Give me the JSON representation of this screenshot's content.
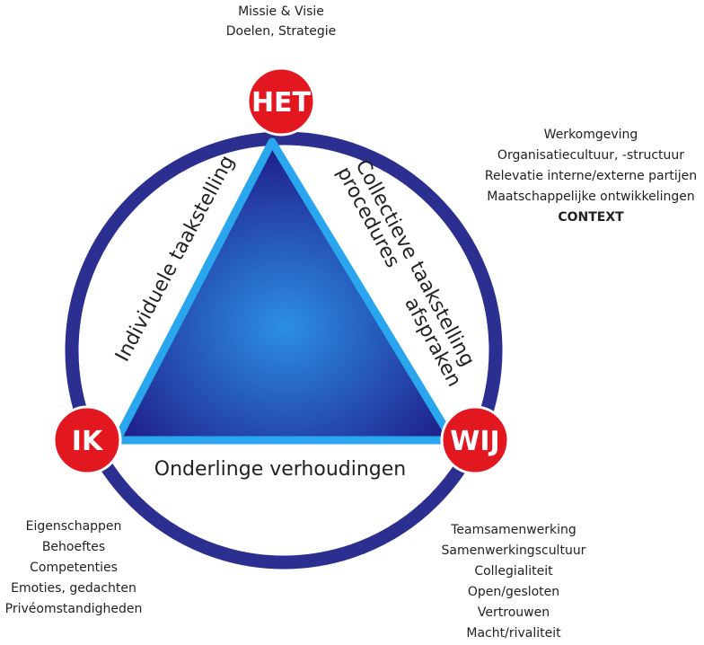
{
  "colors": {
    "ring": "#2b2f8f",
    "node_fill": "#e3171f",
    "node_stroke": "#ffffff",
    "triangle_edge": "#2aa6ee",
    "triangle_light": "#2c8fe6",
    "triangle_dark": "#1f1a86",
    "text": "#222222"
  },
  "nodes": {
    "het": {
      "label": "HET"
    },
    "ik": {
      "label": "IK"
    },
    "wij": {
      "label": "WIJ"
    }
  },
  "edges": {
    "left": "Individuele taakstelling",
    "right_line1": "Collectieve taakstelling",
    "right_line2a": "procedures",
    "right_line2b": "afspraken",
    "bottom": "Onderlinge verhoudingen"
  },
  "annotations": {
    "top": [
      "Missie & Visie",
      "Doelen, Strategie"
    ],
    "context": [
      "Werkomgeving",
      "Organisatiecultuur, -structuur",
      "Relevatie interne/externe partijen",
      "Maatschappelijke ontwikkelingen"
    ],
    "context_heading": "CONTEXT",
    "ik": [
      "Eigenschappen",
      "Behoeftes",
      "Competenties",
      "Emoties, gedachten",
      "Privéomstandigheden"
    ],
    "wij": [
      "Teamsamenwerking",
      "Samenwerkingscultuur",
      "Collegialiteit",
      "Open/gesloten",
      "Vertrouwen",
      "Macht/rivaliteit"
    ]
  }
}
